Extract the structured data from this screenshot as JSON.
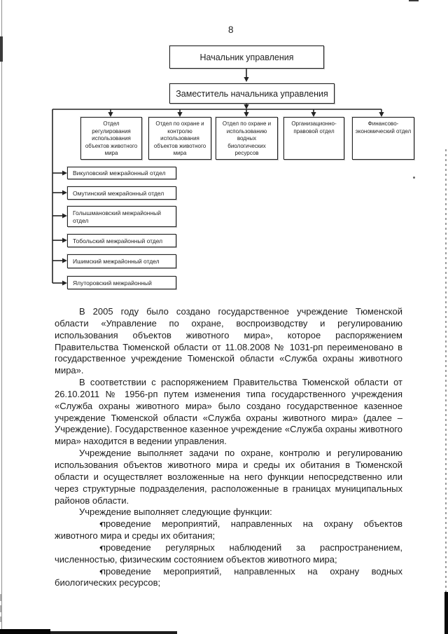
{
  "page": {
    "number": "8"
  },
  "org_chart": {
    "chief": "Начальник управления",
    "deputy": "Заместитель начальника управления",
    "departments": [
      "Отдел регулирования использования объектов животного мира",
      "Отдел по охране и контролю использования объектов животного мира",
      "Отдел по охране и использованию водных биологических ресурсов",
      "Организационно-правовой отдел",
      "Финансово-экономический отдел"
    ],
    "district_offices": [
      "Викуловский межрайонный отдел",
      "Омутинский межрайонный отдел",
      "Голышмановский межрайонный отдел",
      "Тобольский межрайонный отдел",
      "Ишимский межрайонный отдел",
      "Ялуторовский межрайонный"
    ]
  },
  "body": {
    "bullet_char": "•",
    "paragraphs": [
      "В 2005 году было создано государственное учреждение Тюменской области «Управление по охране, воспроизводству и регулированию использования объектов животного мира», которое распоряжением Правительства Тюменской области от 11.08.2008 № 1031-рп переименовано в государственное учреждение Тюменской области «Служба охраны животного мира».",
      "В соответствии с распоряжением Правительства Тюменской области от 26.10.2011 № 1956-рп путем изменения типа государственного учреждения «Служба охраны животного мира» было создано государственное казенное учреждение Тюменской области «Служба охраны животного мира» (далее – Учреждение). Государственное казенное учреждение «Служба охраны животного мира» находится в ведении управления.",
      "Учреждение выполняет задачи по охране, контролю и регулированию использования объектов животного мира и среды их обитания в Тюменской области и осуществляет возложенные на него функции непосредственно или через структурные подразделения, расположенные в границах муниципальных районов области.",
      "Учреждение выполняет следующие функции:"
    ],
    "bullets": [
      "проведение мероприятий, направленных на охрану объектов животного мира и среды их обитания;",
      "проведение регулярных наблюдений за распространением, численностью, физическим состоянием объектов животного мира;",
      "проведение мероприятий, направленных на охрану водных биологических ресурсов;"
    ]
  },
  "colors": {
    "ink": "#1f1f1f",
    "scan_gray": "#8f8f8f"
  }
}
